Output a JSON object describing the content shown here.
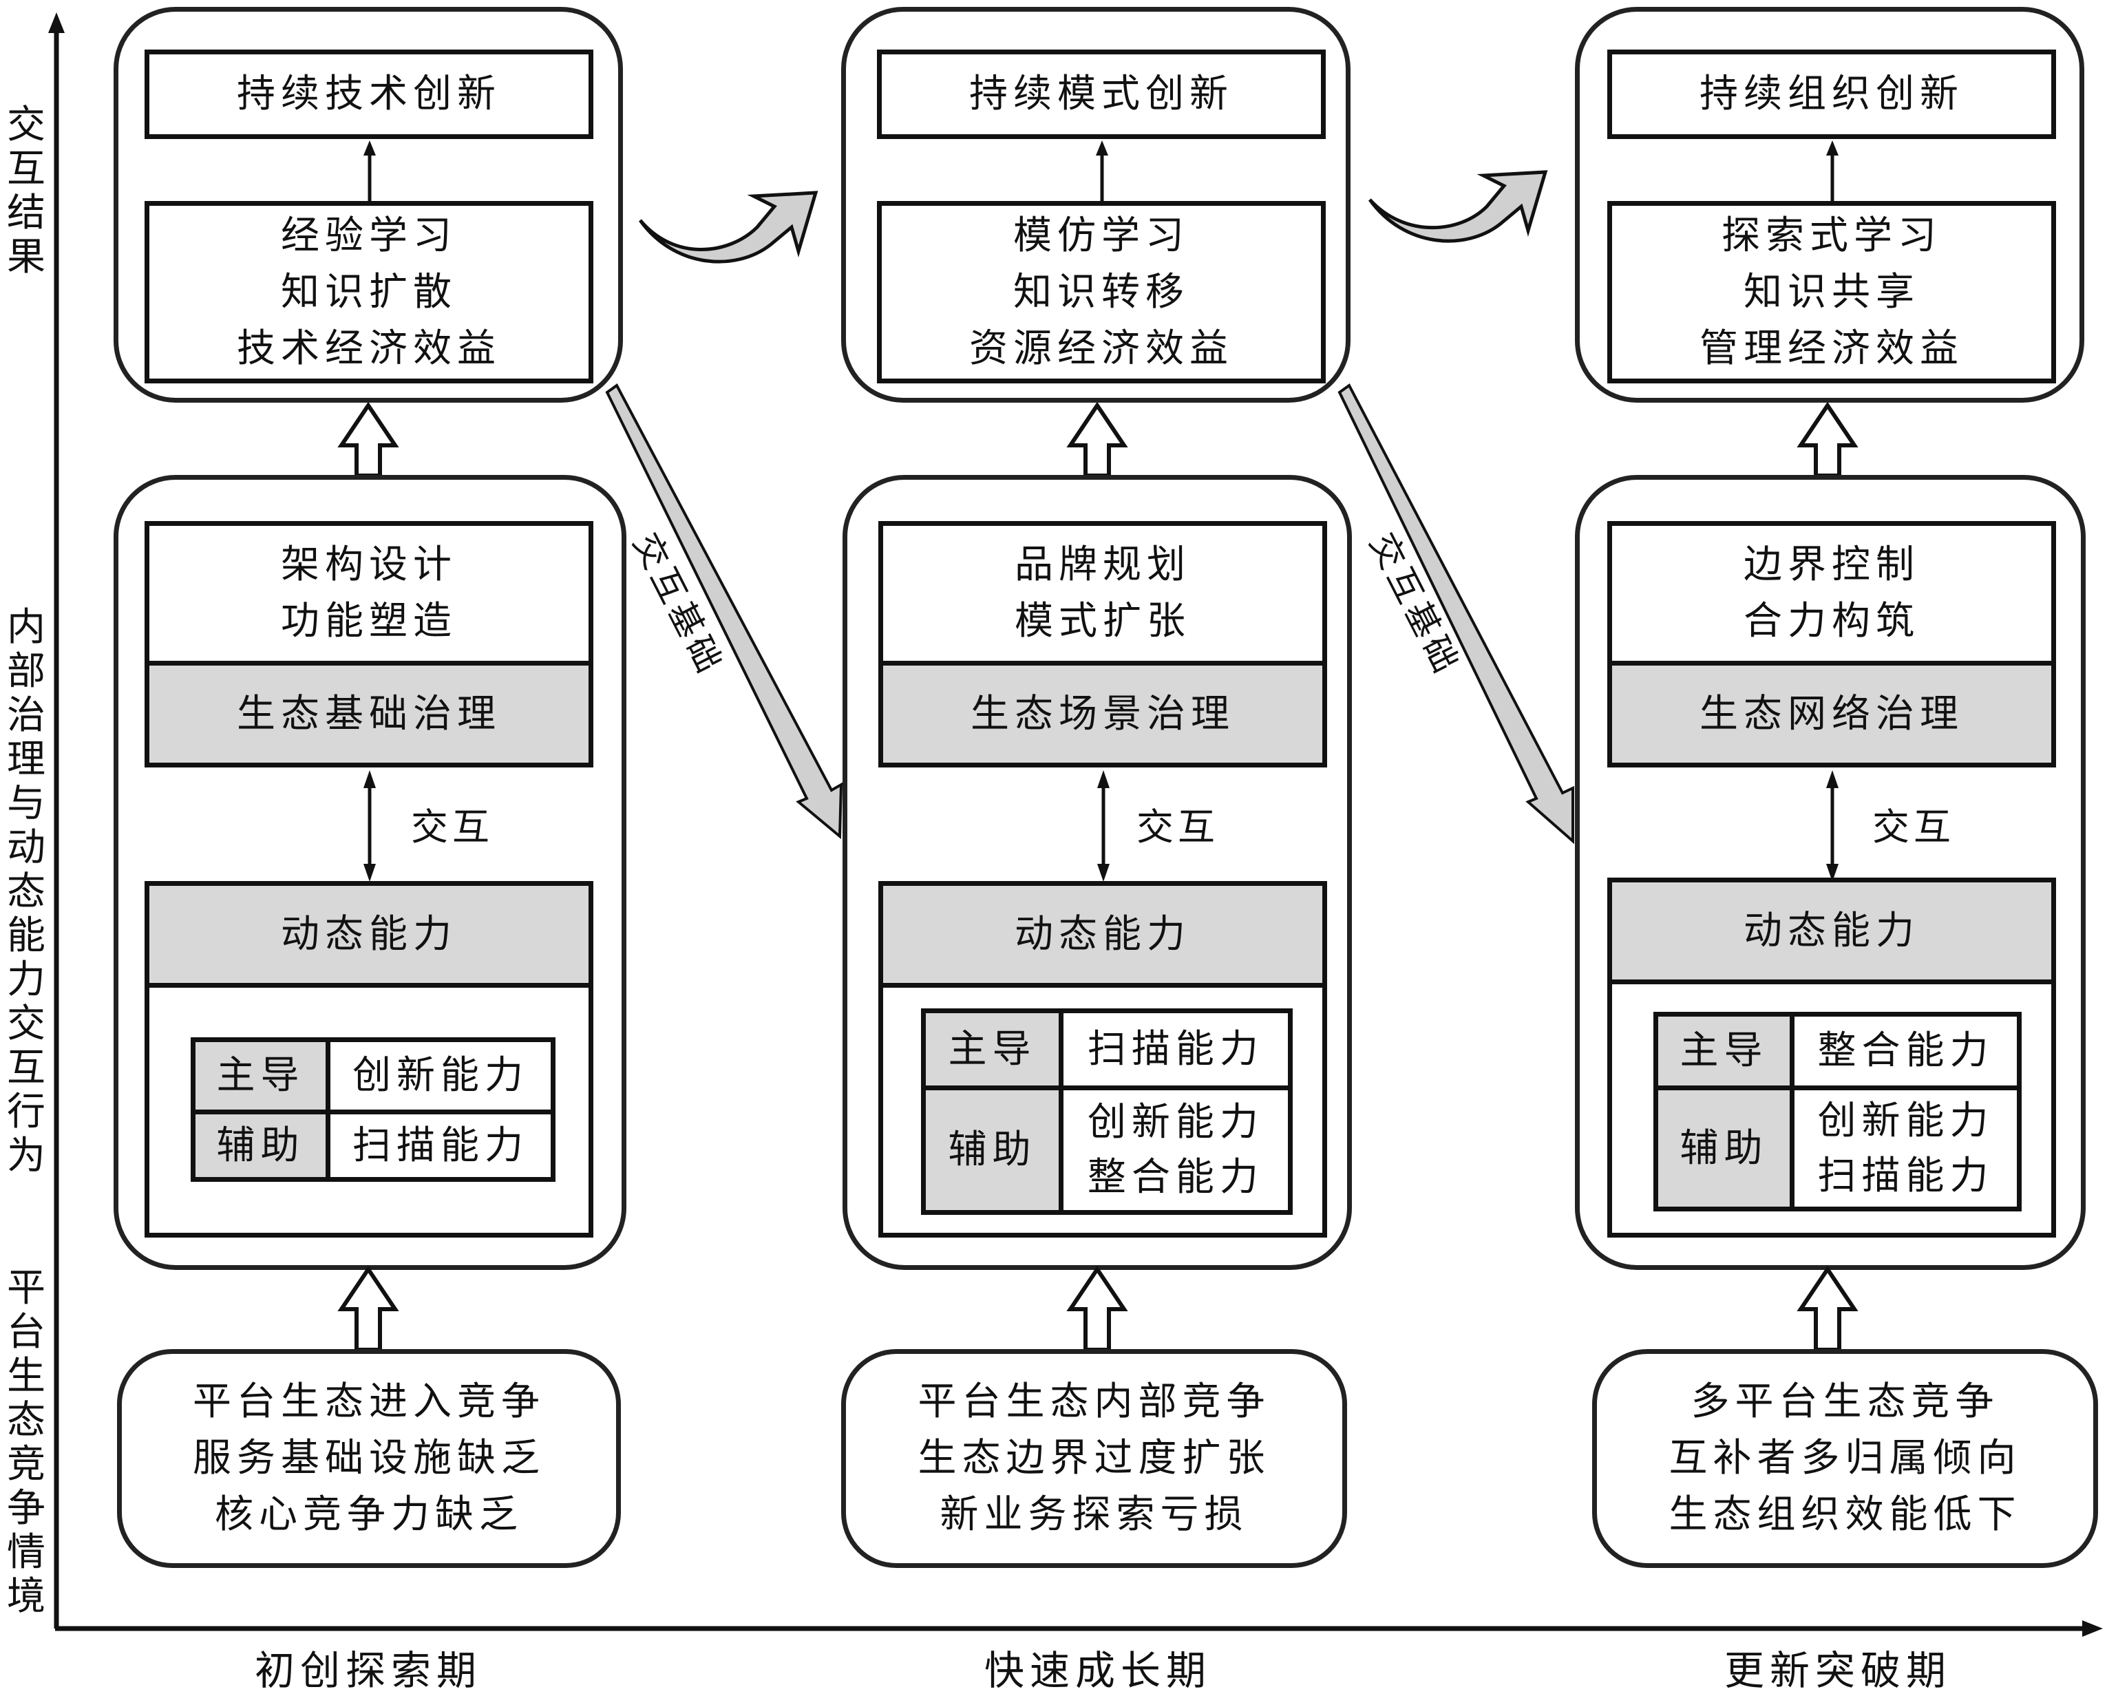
{
  "axes": {
    "y_labels": [
      {
        "name": "interaction-results",
        "text": "交互结果"
      },
      {
        "name": "governance-capability-interaction",
        "text": "内部治理与动态能力交互行为"
      },
      {
        "name": "competition-context",
        "text": "平台生态竞争情境"
      }
    ],
    "x_periods": [
      "初创探索期",
      "快速成长期",
      "更新突破期"
    ]
  },
  "connector_labels": {
    "interaction_basis": "交互基础",
    "interaction": "交互"
  },
  "columns": [
    {
      "period": "初创探索期",
      "outcome_title": "持续技术创新",
      "outcome_lines": [
        "经验学习",
        "知识扩散",
        "技术经济效益"
      ],
      "governance_actions": [
        "架构设计",
        "功能塑造"
      ],
      "governance_type": "生态基础治理",
      "capability_title": "动态能力",
      "leading_label": "主导",
      "leading": [
        "创新能力"
      ],
      "auxiliary_label": "辅助",
      "auxiliary": [
        "扫描能力"
      ],
      "context_lines": [
        "平台生态进入竞争",
        "服务基础设施缺乏",
        "核心竞争力缺乏"
      ]
    },
    {
      "period": "快速成长期",
      "outcome_title": "持续模式创新",
      "outcome_lines": [
        "模仿学习",
        "知识转移",
        "资源经济效益"
      ],
      "governance_actions": [
        "品牌规划",
        "模式扩张"
      ],
      "governance_type": "生态场景治理",
      "capability_title": "动态能力",
      "leading_label": "主导",
      "leading": [
        "扫描能力"
      ],
      "auxiliary_label": "辅助",
      "auxiliary": [
        "创新能力",
        "整合能力"
      ],
      "context_lines": [
        "平台生态内部竞争",
        "生态边界过度扩张",
        "新业务探索亏损"
      ]
    },
    {
      "period": "更新突破期",
      "outcome_title": "持续组织创新",
      "outcome_lines": [
        "探索式学习",
        "知识共享",
        "管理经济效益"
      ],
      "governance_actions": [
        "边界控制",
        "合力构筑"
      ],
      "governance_type": "生态网络治理",
      "capability_title": "动态能力",
      "leading_label": "主导",
      "leading": [
        "整合能力"
      ],
      "auxiliary_label": "辅助",
      "auxiliary": [
        "创新能力",
        "扫描能力"
      ],
      "context_lines": [
        "多平台生态竞争",
        "互补者多归属倾向",
        "生态组织效能低下"
      ]
    }
  ],
  "colors": {
    "line": "#111111",
    "shade": "#d8d8d8",
    "arrow_fill": "#d0d0d0"
  }
}
